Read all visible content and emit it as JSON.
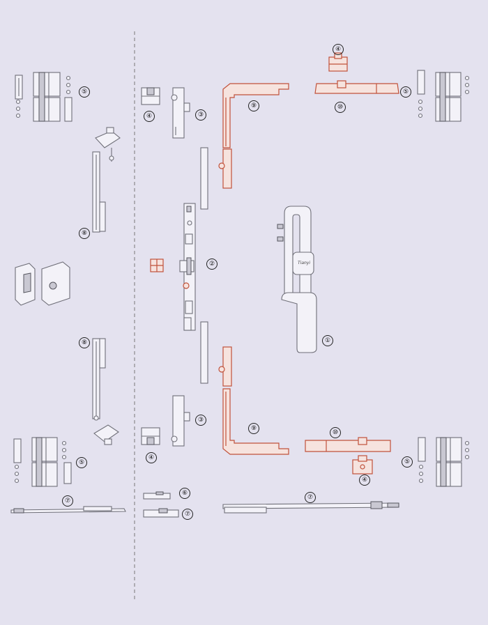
{
  "colors": {
    "background": "#e4e2ef",
    "part_gray": "#6f6f78",
    "part_red": "#c0513a"
  },
  "callouts": [
    {
      "id": "c-4-top",
      "text": "④"
    },
    {
      "id": "c-5-tl",
      "text": "⑤"
    },
    {
      "id": "c-5-tr",
      "text": "⑤"
    },
    {
      "id": "c-9-top",
      "text": "⑨"
    },
    {
      "id": "c-10-top",
      "text": "⑩"
    },
    {
      "id": "c-4-l1",
      "text": "④"
    },
    {
      "id": "c-3-top",
      "text": "③"
    },
    {
      "id": "c-8-top",
      "text": "⑧"
    },
    {
      "id": "c-2",
      "text": "②"
    },
    {
      "id": "c-1",
      "text": "①"
    },
    {
      "id": "c-8-bot",
      "text": "⑧"
    },
    {
      "id": "c-3-bot",
      "text": "③"
    },
    {
      "id": "c-4-l2",
      "text": "④"
    },
    {
      "id": "c-9-bot",
      "text": "⑨"
    },
    {
      "id": "c-10-bot",
      "text": "⑩"
    },
    {
      "id": "c-5-bl",
      "text": "⑤"
    },
    {
      "id": "c-5-br",
      "text": "⑤"
    },
    {
      "id": "c-4-bot",
      "text": "④"
    },
    {
      "id": "c-6",
      "text": "⑥"
    },
    {
      "id": "c-7-left",
      "text": "⑦"
    },
    {
      "id": "c-7-mid",
      "text": "⑦"
    },
    {
      "id": "c-7-right",
      "text": "⑦"
    }
  ],
  "handle_brand": "Tianyi"
}
